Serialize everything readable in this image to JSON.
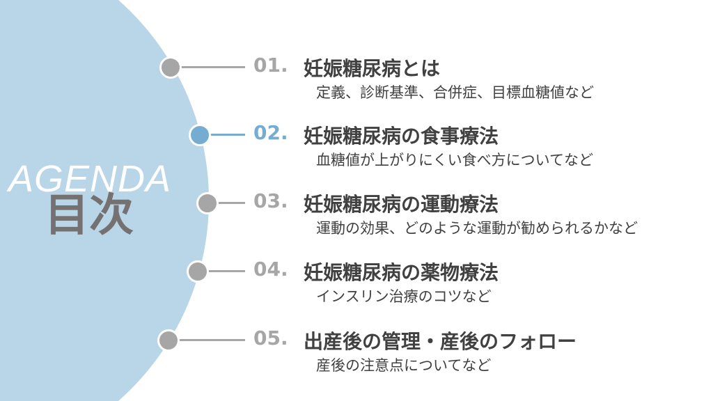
{
  "heading": {
    "en": "AGENDA",
    "ja": "目次"
  },
  "colors": {
    "accent": "#75acd2",
    "inactive": "#a6a6a6",
    "circle": "#b9d5e8"
  },
  "items": [
    {
      "num": "01.",
      "title": "妊娠糖尿病とは",
      "sub": "定義、診断基準、合併症、目標血糖値など"
    },
    {
      "num": "02.",
      "title": "妊娠糖尿病の食事療法",
      "sub": "血糖値が上がりにくい食べ方についてなど",
      "active": true
    },
    {
      "num": "03.",
      "title": "妊娠糖尿病の運動療法",
      "sub": "運動の効果、どのような運動が勧められるかなど"
    },
    {
      "num": "04.",
      "title": "妊娠糖尿病の薬物療法",
      "sub": "インスリン治療のコツなど"
    },
    {
      "num": "05.",
      "title": "出産後の管理・産後のフォロー",
      "sub": "産後の注意点についてなど"
    }
  ]
}
